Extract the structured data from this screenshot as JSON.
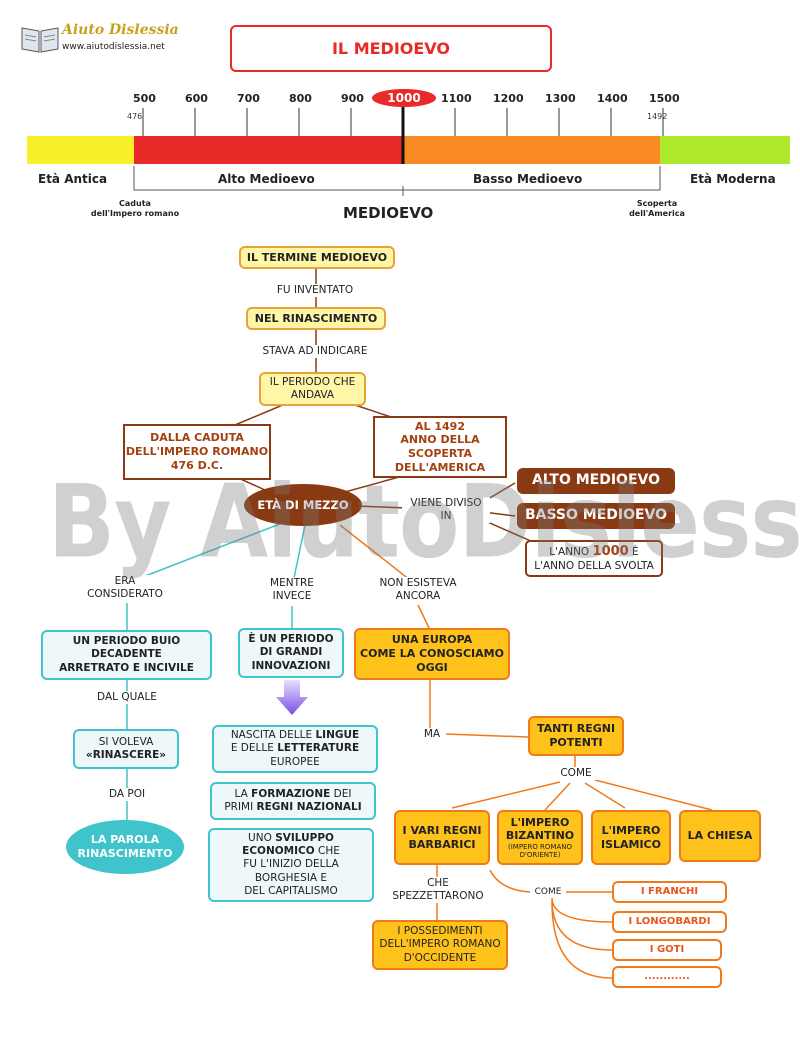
{
  "logo": {
    "name": "Aiuto Dislessia",
    "url": "www.aiutodislessia.net"
  },
  "title": "IL MEDIOEVO",
  "watermark": "By AiutoDislessia.net",
  "timeline": {
    "ticks": [
      "500",
      "600",
      "700",
      "800",
      "900",
      "1000",
      "1100",
      "1200",
      "1300",
      "1400",
      "1500"
    ],
    "start_year": "476",
    "end_year": "1492",
    "segments": {
      "antica": "Età Antica",
      "alto": "Alto Medioevo",
      "basso": "Basso Medioevo",
      "moderna": "Età Moderna"
    },
    "start_note": "Caduta\ndell'Impero romano",
    "end_note": "Scoperta\ndell'America",
    "span_label": "MEDIOEVO",
    "colors": {
      "antica": "#f7f02a",
      "alto": "#e82a28",
      "basso": "#f98a23",
      "moderna": "#aee82a"
    }
  },
  "map": {
    "termine": "IL TERMINE MEDIOEVO",
    "fu_inventato": "FU INVENTATO",
    "rinascimento": "NEL RINASCIMENTO",
    "stava_indicare": "STAVA AD INDICARE",
    "periodo": "IL PERIODO CHE\nANDAVA",
    "dalla_caduta": "DALLA CADUTA\nDELL'IMPERO ROMANO\n476 D.C.",
    "al_1492": "AL 1492\nANNO DELLA\nSCOPERTA\nDELL'AMERICA",
    "eta_mezzo": "ETÀ DI MEZZO",
    "viene_diviso": "VIENE DIVISO\nIN",
    "alto_medioevo": "ALTO MEDIOEVO",
    "basso_medioevo": "BASSO MEDIOEVO",
    "anno_1000_a": "L'ANNO ",
    "anno_1000_b": "1000",
    "anno_1000_c": " È",
    "anno_1000_d": "L'ANNO DELLA SVOLTA",
    "era_considerato": "ERA\nCONSIDERATO",
    "mentre_invece": "MENTRE\nINVECE",
    "non_esisteva": "NON ESISTEVA\nANCORA",
    "periodo_buio": "UN PERIODO BUIO\nDECADENTE\nARRETRATO  E  INCIVILE",
    "dal_quale": "DAL QUALE",
    "si_voleva_a": "SI  VOLEVA",
    "si_voleva_b": "«RINASCERE»",
    "da_poi": "DA POI",
    "parola_rinascimento": "LA PAROLA\nRINASCIMENTO",
    "grandi_innovazioni": "È UN PERIODO\nDI GRANDI\nINNOVAZIONI",
    "lingue": [
      "NASCITA DELLE ",
      "LINGUE",
      "E DELLE ",
      "LETTERATURE",
      "EUROPEE"
    ],
    "formazione": [
      "LA ",
      "FORMAZIONE",
      " DEI",
      "PRIMI ",
      "REGNI NAZIONALI"
    ],
    "sviluppo": [
      "UNO ",
      "SVILUPPO",
      "ECONOMICO",
      " CHE",
      "FU L'INIZIO DELLA",
      "BORGHESIA E",
      "DEL CAPITALISMO"
    ],
    "europa": "UNA EUROPA\nCOME LA CONOSCIAMO\nOGGI",
    "ma": "MA",
    "tanti_regni": "TANTI REGNI\nPOTENTI",
    "come": "COME",
    "regni_barbarici": "I VARI REGNI\nBARBARICI",
    "bizantino": "L'IMPERO\nBIZANTINO",
    "bizantino_sub": "(IMPERO ROMANO\nD'ORIENTE)",
    "islamico": "L'IMPERO\nISLAMICO",
    "chiesa": "LA CHIESA",
    "che_spezzettarono": "CHE\nSPEZZETTARONO",
    "possedimenti": "I POSSEDIMENTI\nDELL'IMPERO ROMANO\nD'OCCIDENTE",
    "come2": "COME",
    "franchi": "I FRANCHI",
    "longobardi": "I LONGOBARDI",
    "goti": "I GOTI",
    "dots": "............"
  }
}
